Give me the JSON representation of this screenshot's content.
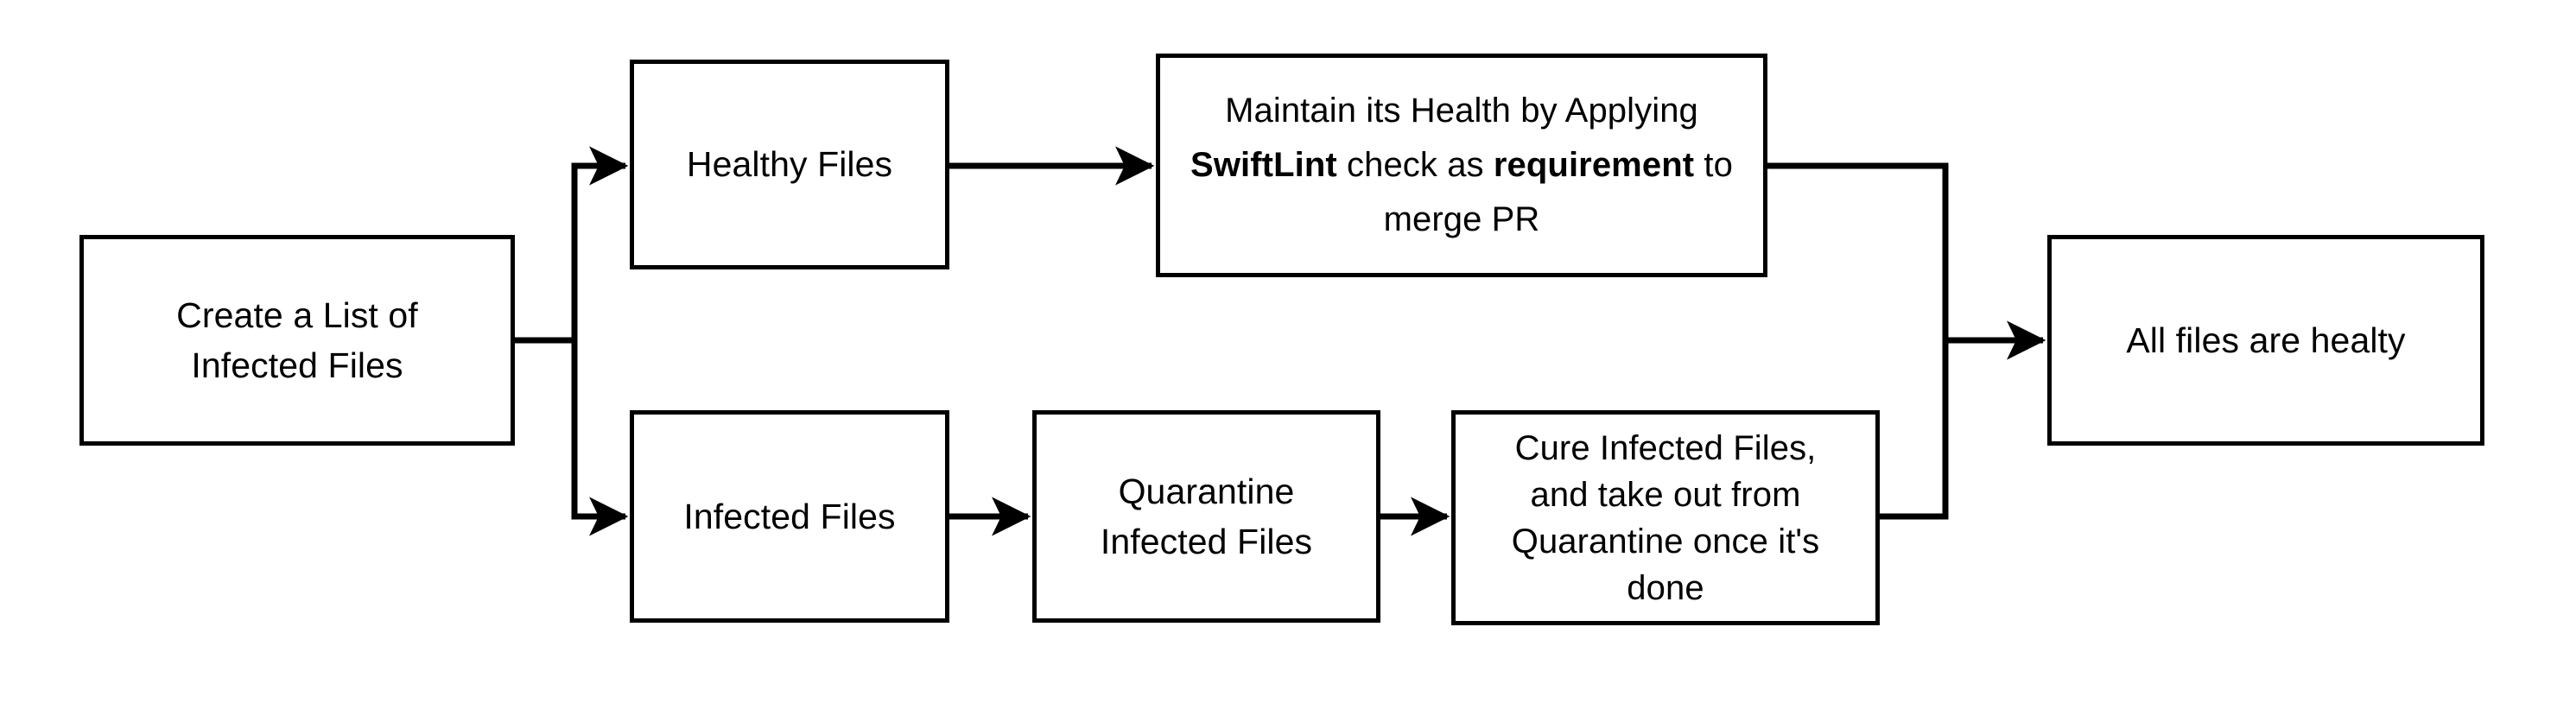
{
  "diagram": {
    "type": "flowchart",
    "orientation": "left-to-right",
    "background_color": "#ffffff",
    "stroke_color": "#000000",
    "text_color": "#000000",
    "nodes": [
      {
        "id": "create-list",
        "label": "Create a List of\nInfected Files",
        "shape": "rectangle"
      },
      {
        "id": "healthy-files",
        "label": "Healthy Files",
        "shape": "rectangle"
      },
      {
        "id": "swiftlint",
        "label": "Maintain its Health by Applying SwiftLint check as requirement to merge PR",
        "label_html": "Maintain its Health by Applying <b>SwiftLint</b> check as <b>requirement</b> to merge PR",
        "emphasis": [
          "SwiftLint",
          "requirement"
        ],
        "shape": "rectangle"
      },
      {
        "id": "infected-files",
        "label": "Infected Files",
        "shape": "rectangle"
      },
      {
        "id": "quarantine",
        "label": "Quarantine\nInfected Files",
        "shape": "rectangle"
      },
      {
        "id": "cure",
        "label": "Cure Infected Files,\nand take out from\nQuarantine once it's\ndone",
        "shape": "rectangle"
      },
      {
        "id": "all-healthy",
        "label": "All files are healty",
        "shape": "rectangle"
      }
    ],
    "edges": [
      {
        "from": "create-list",
        "to": "healthy-files",
        "style": "elbow",
        "arrowhead": true
      },
      {
        "from": "create-list",
        "to": "infected-files",
        "style": "elbow",
        "arrowhead": true
      },
      {
        "from": "healthy-files",
        "to": "swiftlint",
        "style": "straight",
        "arrowhead": true
      },
      {
        "from": "infected-files",
        "to": "quarantine",
        "style": "straight",
        "arrowhead": true
      },
      {
        "from": "quarantine",
        "to": "cure",
        "style": "straight",
        "arrowhead": true
      },
      {
        "from": "swiftlint",
        "to": "all-healthy",
        "style": "elbow",
        "arrowhead": true
      },
      {
        "from": "cure",
        "to": "all-healthy",
        "style": "elbow",
        "arrowhead": true
      }
    ]
  }
}
